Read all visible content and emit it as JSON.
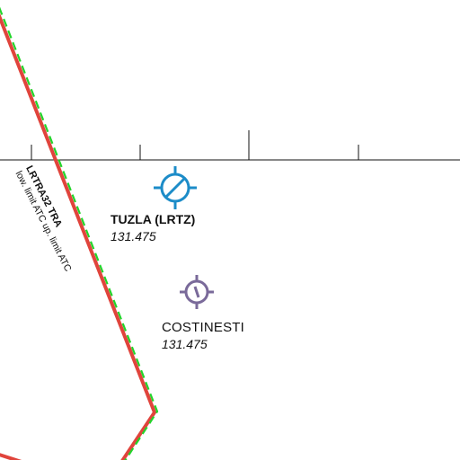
{
  "colors": {
    "background": "#ffffff",
    "boundary_red": "#e0443c",
    "boundary_green": "#22d42a",
    "scale_line": "#111111",
    "airport_symbol": "#1c8cc8",
    "heliport_symbol": "#7a6a9a",
    "label_text": "#111111"
  },
  "airspace": {
    "name": "LRTRA32 TRA",
    "limits": "low. limit ATC up. limit ATC"
  },
  "airports": [
    {
      "name": "TUZLA (LRTZ)",
      "frequency": "131.475",
      "icon": "aerodrome-runway-icon"
    },
    {
      "name": "COSTINESTI",
      "frequency": "131.475",
      "icon": "airstrip-icon"
    }
  ]
}
